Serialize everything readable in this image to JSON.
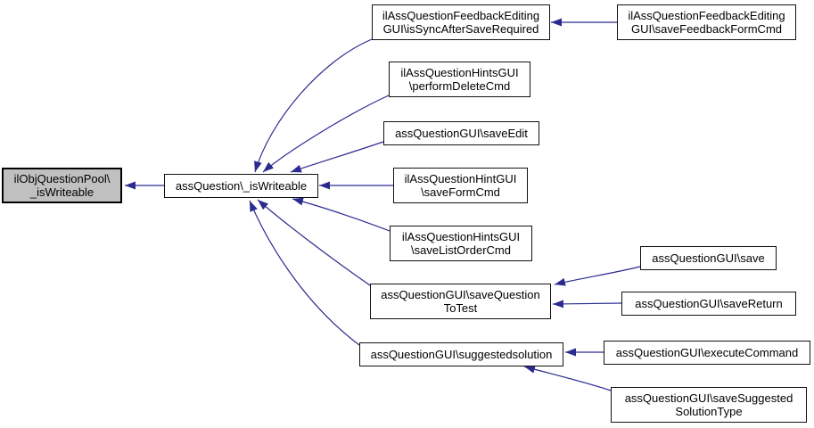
{
  "diagram": {
    "type": "caller-graph",
    "background_color": "#ffffff",
    "node_fill_color": "#ffffff",
    "node_border_color": "#111111",
    "highlight_fill_color": "#c0c0c0",
    "edge_color": "#2b2b8f",
    "text_color": "#000000"
  },
  "nodes": [
    {
      "id": "ilobjquestionpool-iswriteable",
      "label": "ilObjQuestionPool\\\n_isWriteable",
      "highlighted": true
    },
    {
      "id": "assquestion-iswriteable",
      "label": "assQuestion\\_isWriteable",
      "highlighted": false
    },
    {
      "id": "ilassquestionfeedbackeditinggui-issyncaftersaverequired",
      "label": "ilAssQuestionFeedbackEditing\nGUI\\isSyncAfterSaveRequired",
      "highlighted": false
    },
    {
      "id": "ilassquestionfeedbackeditinggui-savefeedbackformcmd",
      "label": "ilAssQuestionFeedbackEditing\nGUI\\saveFeedbackFormCmd",
      "highlighted": false
    },
    {
      "id": "ilassquestionhintsgui-performdeletecmd",
      "label": "ilAssQuestionHintsGUI\n\\performDeleteCmd",
      "highlighted": false
    },
    {
      "id": "assquestiongui-saveedit",
      "label": "assQuestionGUI\\saveEdit",
      "highlighted": false
    },
    {
      "id": "ilassquestionhintgui-saveformcmd",
      "label": "ilAssQuestionHintGUI\n\\saveFormCmd",
      "highlighted": false
    },
    {
      "id": "ilassquestionhintsgui-savelistordercmd",
      "label": "ilAssQuestionHintsGUI\n\\saveListOrderCmd",
      "highlighted": false
    },
    {
      "id": "assquestiongui-savequestiontotest",
      "label": "assQuestionGUI\\saveQuestion\nToTest",
      "highlighted": false
    },
    {
      "id": "assquestiongui-suggestedsolution",
      "label": "assQuestionGUI\\suggestedsolution",
      "highlighted": false
    },
    {
      "id": "assquestiongui-save",
      "label": "assQuestionGUI\\save",
      "highlighted": false
    },
    {
      "id": "assquestiongui-savereturn",
      "label": "assQuestionGUI\\saveReturn",
      "highlighted": false
    },
    {
      "id": "assquestiongui-executecommand",
      "label": "assQuestionGUI\\executeCommand",
      "highlighted": false
    },
    {
      "id": "assquestiongui-savesuggestedsolutiontype",
      "label": "assQuestionGUI\\saveSuggested\nSolutionType",
      "highlighted": false
    }
  ],
  "edges": [
    {
      "from": "assquestion-iswriteable",
      "to": "ilobjquestionpool-iswriteable"
    },
    {
      "from": "ilassquestionfeedbackeditinggui-issyncaftersaverequired",
      "to": "assquestion-iswriteable"
    },
    {
      "from": "ilassquestionhintsgui-performdeletecmd",
      "to": "assquestion-iswriteable"
    },
    {
      "from": "assquestiongui-saveedit",
      "to": "assquestion-iswriteable"
    },
    {
      "from": "ilassquestionhintgui-saveformcmd",
      "to": "assquestion-iswriteable"
    },
    {
      "from": "ilassquestionhintsgui-savelistordercmd",
      "to": "assquestion-iswriteable"
    },
    {
      "from": "assquestiongui-savequestiontotest",
      "to": "assquestion-iswriteable"
    },
    {
      "from": "assquestiongui-suggestedsolution",
      "to": "assquestion-iswriteable"
    },
    {
      "from": "ilassquestionfeedbackeditinggui-savefeedbackformcmd",
      "to": "ilassquestionfeedbackeditinggui-issyncaftersaverequired"
    },
    {
      "from": "assquestiongui-save",
      "to": "assquestiongui-savequestiontotest"
    },
    {
      "from": "assquestiongui-savereturn",
      "to": "assquestiongui-savequestiontotest"
    },
    {
      "from": "assquestiongui-executecommand",
      "to": "assquestiongui-suggestedsolution"
    },
    {
      "from": "assquestiongui-savesuggestedsolutiontype",
      "to": "assquestiongui-suggestedsolution"
    }
  ]
}
